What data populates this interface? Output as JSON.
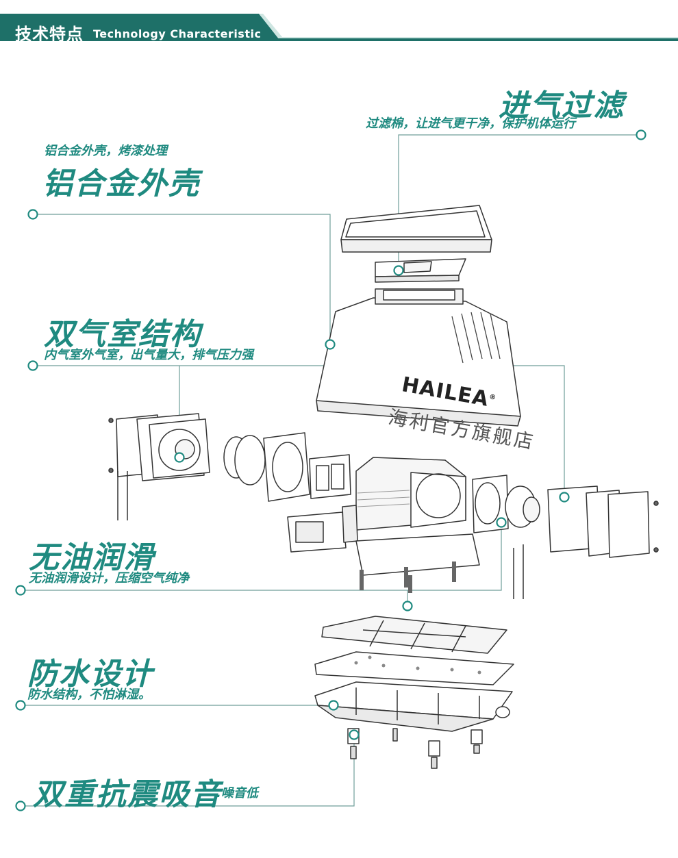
{
  "header": {
    "title_cn": "技术特点",
    "title_en": "Technology Characteristic"
  },
  "colors": {
    "accent": "#1f8a80",
    "header_dark": "#1e7068",
    "header_light": "#cfe6e2",
    "line": "#6f9e99"
  },
  "features": [
    {
      "title": "进气过滤",
      "desc": "过滤棉，让进气更干净，保护机体运行"
    },
    {
      "title": "铝合金外壳",
      "desc": "铝合金外壳，烤漆处理"
    },
    {
      "title": "双气室结构",
      "desc": "内气室外气室，出气量大，排气压力强"
    },
    {
      "title": "无油润滑",
      "desc": "无油润滑设计，压缩空气纯净"
    },
    {
      "title": "防水设计",
      "desc": "防水结构，不怕淋湿。"
    },
    {
      "title": "双重抗震吸音",
      "desc": ".噪音低"
    }
  ],
  "product": {
    "brand": "HAILEA",
    "watermark": "海利官方旗舰店"
  }
}
